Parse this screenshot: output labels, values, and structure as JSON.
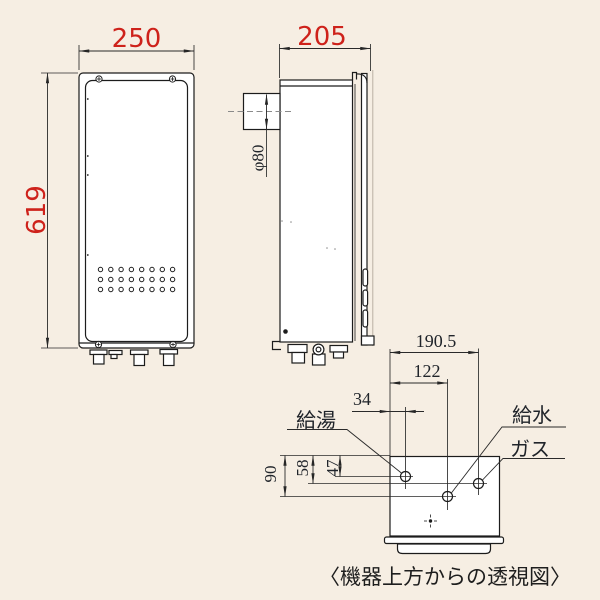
{
  "colors": {
    "background": "#f6eee3",
    "line": "#1c1c1c",
    "accent_red": "#ce221b"
  },
  "front_view": {
    "width_dim": "250",
    "height_dim": "619"
  },
  "side_view": {
    "depth_dim": "205",
    "exhaust_diameter_dim": "φ80"
  },
  "top_view": {
    "caption": "〈機器上方からの透視図〉",
    "dim_gas_offset": "190.5",
    "dim_water_offset": "122",
    "dim_hotwater_offset": "34",
    "dim_water_depth": "90",
    "dim_gas_depth": "58",
    "dim_hotwater_depth": "47",
    "ports": {
      "hot_water": "給湯",
      "cold_water": "給水",
      "gas": "ガス"
    }
  }
}
